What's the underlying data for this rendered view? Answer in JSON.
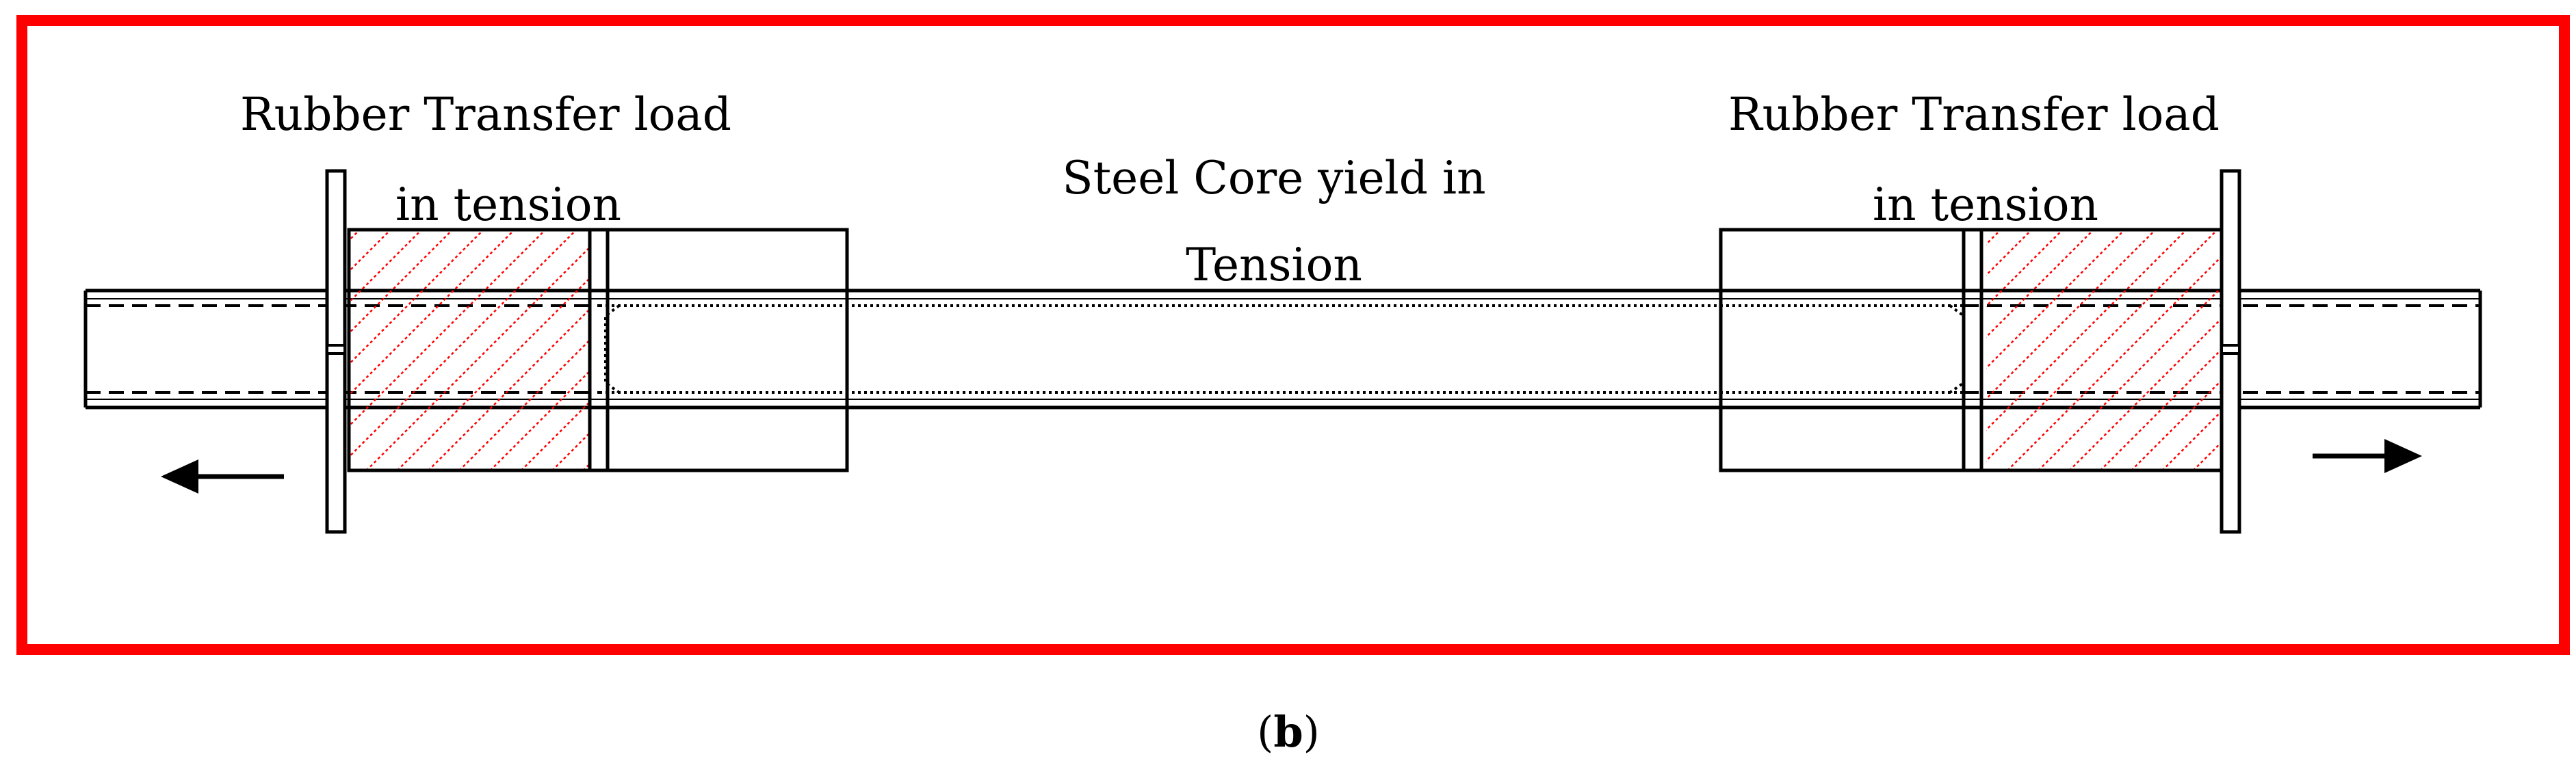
{
  "labels": {
    "left_rubber_line1": "Rubber Transfer load",
    "left_rubber_line2": "in tension",
    "steel_core_line1": "Steel Core yield in",
    "steel_core_line2": "Tension",
    "right_rubber_line1": "Rubber Transfer load",
    "right_rubber_line2": "in tension"
  },
  "caption": {
    "open": "(",
    "letter": "b",
    "close": ")"
  },
  "colors": {
    "frame": "#ff0000",
    "hatch": "#ff0000",
    "line": "#000000"
  },
  "icons": {
    "left_arrow": "arrow-left-icon",
    "right_arrow": "arrow-right-icon"
  }
}
